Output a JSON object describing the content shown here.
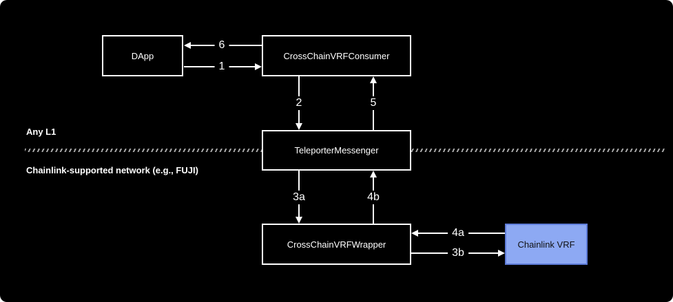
{
  "diagram": {
    "regions": {
      "top_label": "Any L1",
      "bottom_label": "Chainlink-supported network (e.g., FUJI)"
    },
    "nodes": {
      "dapp": {
        "label": "DApp"
      },
      "consumer": {
        "label": "CrossChainVRFConsumer"
      },
      "teleporter": {
        "label": "TeleporterMessenger"
      },
      "wrapper": {
        "label": "CrossChainVRFWrapper"
      },
      "chainlink": {
        "label": "Chainlink VRF"
      }
    },
    "edges": {
      "e1": {
        "label": "1"
      },
      "e2": {
        "label": "2"
      },
      "e3a": {
        "label": "3a"
      },
      "e3b": {
        "label": "3b"
      },
      "e4a": {
        "label": "4a"
      },
      "e4b": {
        "label": "4b"
      },
      "e5": {
        "label": "5"
      },
      "e6": {
        "label": "6"
      }
    },
    "colors": {
      "background": "#000000",
      "line": "#ffffff",
      "text": "#ffffff",
      "divider": "#a8a8a8",
      "node_fill": "#000000",
      "node_border": "#ffffff",
      "chainlink_fill": "#8DA9F3",
      "chainlink_border": "#5E7CD9",
      "chainlink_text": "#111111"
    }
  }
}
